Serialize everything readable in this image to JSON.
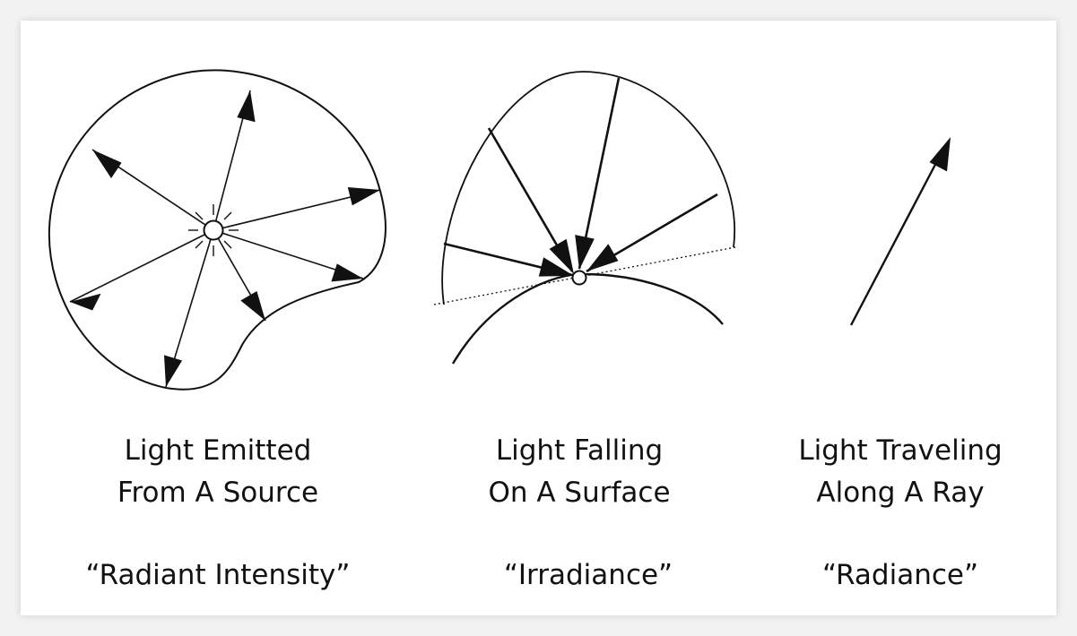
{
  "panels": [
    {
      "caption_line1": "Light Emitted",
      "caption_line2": "From A Source",
      "term": "“Radiant Intensity”"
    },
    {
      "caption_line1": "Light Falling",
      "caption_line2": "On A Surface",
      "term": "“Irradiance”"
    },
    {
      "caption_line1": "Light Traveling",
      "caption_line2": "Along A Ray",
      "term": "“Radiance”"
    }
  ],
  "colors": {
    "ink": "#111111",
    "card": "#ffffff",
    "background": "#f2f2f2"
  }
}
